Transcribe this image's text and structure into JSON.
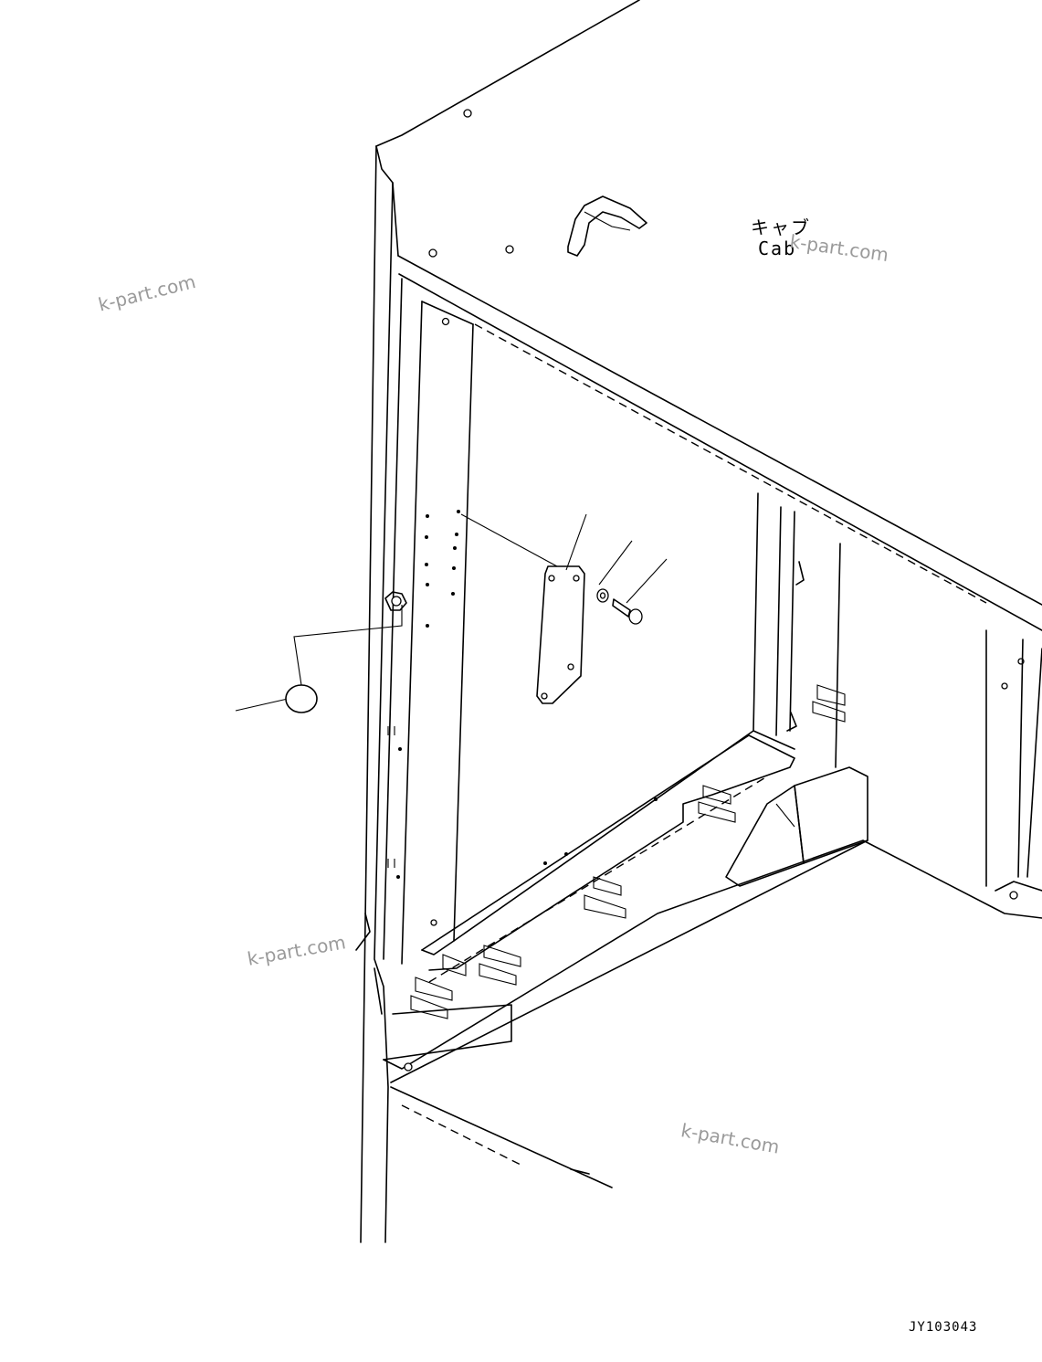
{
  "callout_label": {
    "japanese": "キャブ",
    "english": "Cab"
  },
  "watermark": "k-part.com",
  "drawing_code": "JY103043",
  "colors": {
    "line": "#000000",
    "background": "#ffffff",
    "watermark": "#9a9a9a"
  }
}
